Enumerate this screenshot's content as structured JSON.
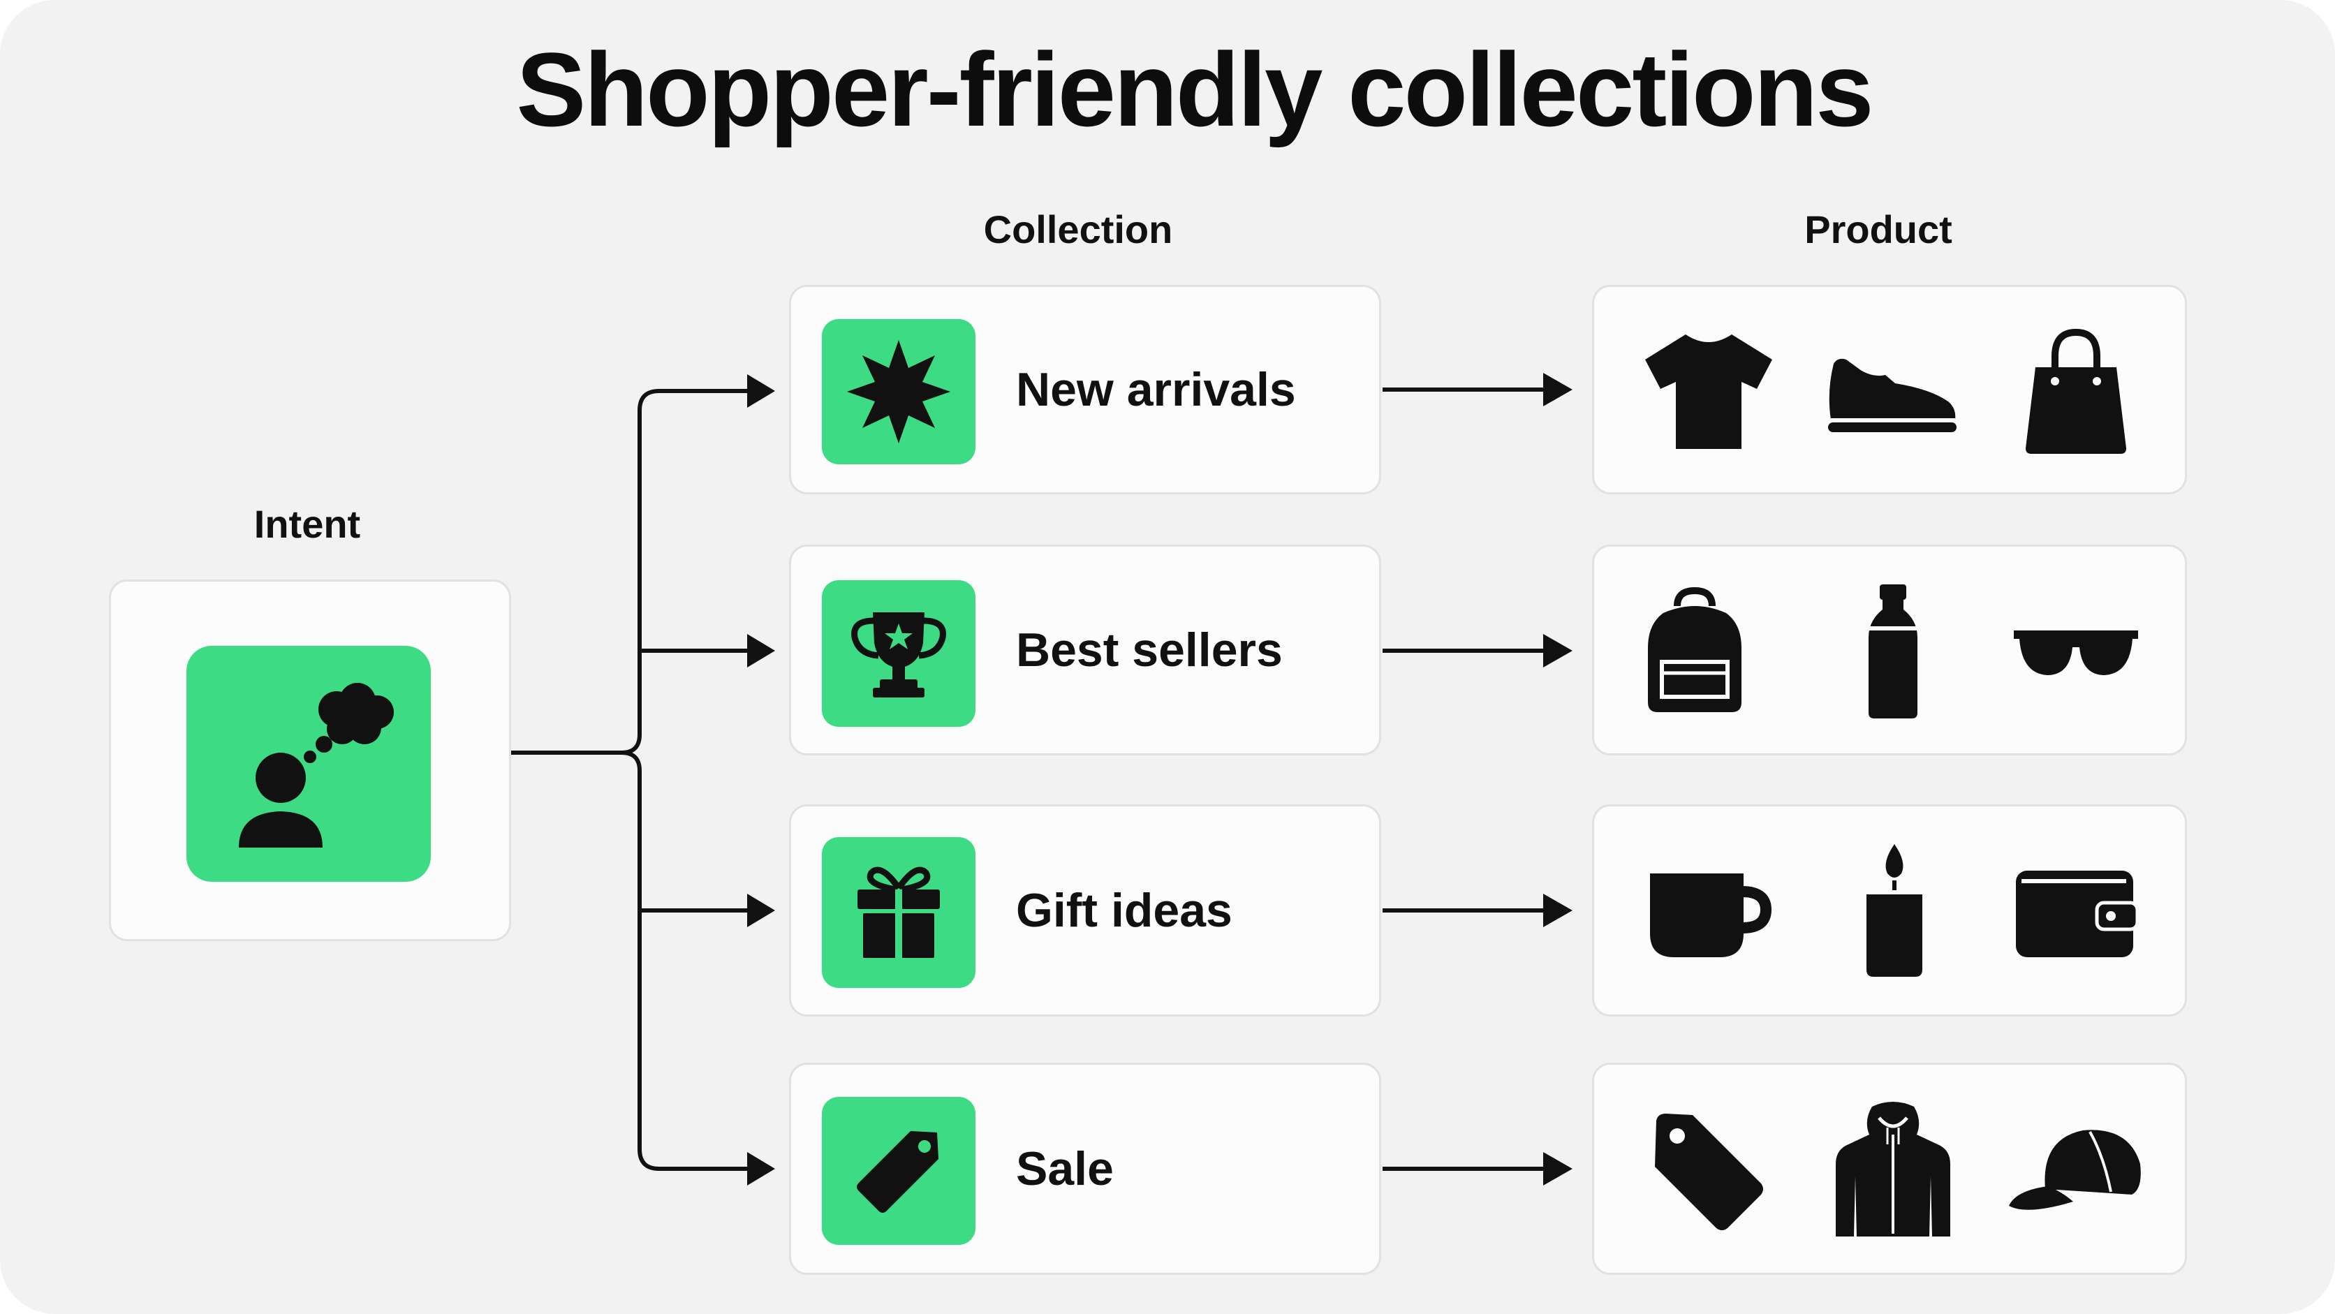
{
  "title": "Shopper-friendly collections",
  "columns": {
    "intent": "Intent",
    "collection": "Collection",
    "product": "Product"
  },
  "intent_icon": "person-thinking-icon",
  "accent_color": "#3ddc84",
  "collections": [
    {
      "label": "New arrivals",
      "icon": "starburst-icon",
      "products": [
        "t-shirt-icon",
        "sneaker-icon",
        "handbag-icon"
      ]
    },
    {
      "label": "Best sellers",
      "icon": "trophy-icon",
      "products": [
        "backpack-icon",
        "water-bottle-icon",
        "sunglasses-icon"
      ]
    },
    {
      "label": "Gift ideas",
      "icon": "gift-icon",
      "products": [
        "mug-icon",
        "candle-icon",
        "wallet-icon"
      ]
    },
    {
      "label": "Sale",
      "icon": "price-tag-icon",
      "products": [
        "price-tag-icon",
        "hoodie-icon",
        "cap-icon"
      ]
    }
  ]
}
